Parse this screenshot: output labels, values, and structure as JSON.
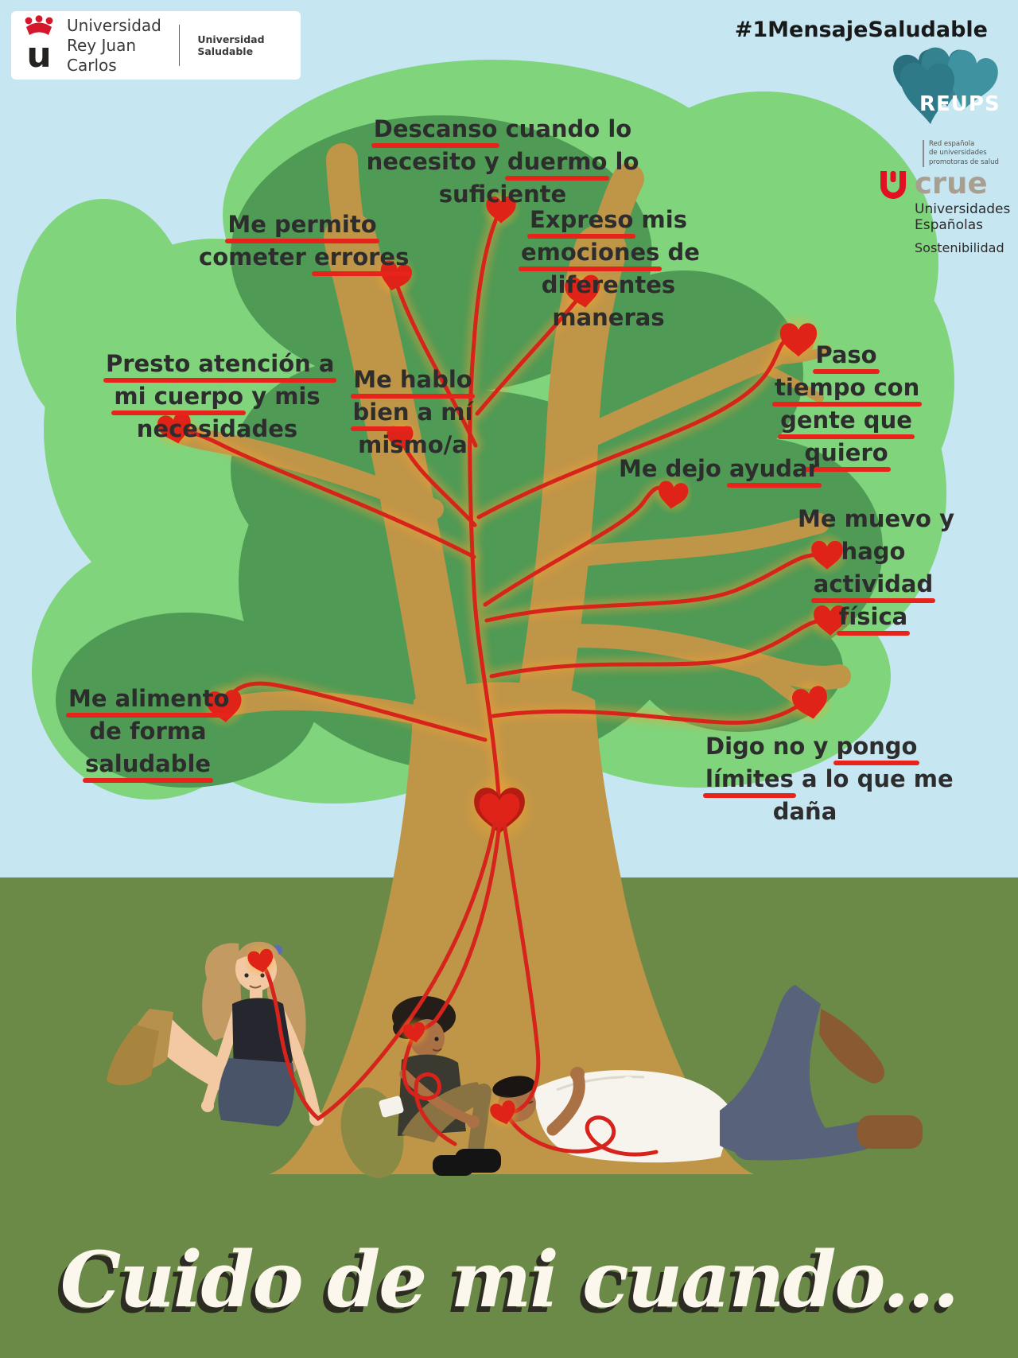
{
  "header": {
    "hashtag": "#1MensajeSaludable",
    "urjc": {
      "u_glyph": "u",
      "line1": "Universidad",
      "line2": "Rey Juan Carlos",
      "tagline": "Universidad Saludable"
    },
    "reups": {
      "name": "REUPS",
      "sub1": "Red española",
      "sub2": "de universidades",
      "sub3": "promotoras de salud"
    },
    "crue": {
      "name": "crue",
      "sub1": "Universidades",
      "sub2": "Españolas",
      "sub3": "Sostenibilidad"
    }
  },
  "messages": [
    {
      "id": "descanso",
      "lines": [
        [
          {
            "t": "Descanso",
            "u": true
          },
          {
            "t": " cuando lo",
            "u": false
          }
        ],
        [
          {
            "t": "necesito y ",
            "u": false
          },
          {
            "t": "duermo",
            "u": true
          },
          {
            "t": " lo",
            "u": false
          }
        ],
        [
          {
            "t": "suficiente",
            "u": false
          }
        ]
      ]
    },
    {
      "id": "permito",
      "lines": [
        [
          {
            "t": "Me permito",
            "u": true
          }
        ],
        [
          {
            "t": "cometer ",
            "u": false
          },
          {
            "t": "errores",
            "u": true
          }
        ]
      ]
    },
    {
      "id": "expreso",
      "lines": [
        [
          {
            "t": "Expreso",
            "u": true
          },
          {
            "t": " mis",
            "u": false
          }
        ],
        [
          {
            "t": "emociones",
            "u": true
          },
          {
            "t": " de",
            "u": false
          }
        ],
        [
          {
            "t": "diferentes",
            "u": false
          }
        ],
        [
          {
            "t": "maneras",
            "u": false
          }
        ]
      ]
    },
    {
      "id": "paso",
      "lines": [
        [
          {
            "t": "Paso",
            "u": true
          }
        ],
        [
          {
            "t": "tiempo con",
            "u": true
          }
        ],
        [
          {
            "t": "gente que",
            "u": true
          }
        ],
        [
          {
            "t": "quiero",
            "u": true
          }
        ]
      ]
    },
    {
      "id": "presto",
      "lines": [
        [
          {
            "t": "Presto atención a",
            "u": true
          }
        ],
        [
          {
            "t": "mi cuerpo",
            "u": true
          },
          {
            "t": " y mis",
            "u": false
          }
        ],
        [
          {
            "t": "necesidades",
            "u": false
          }
        ]
      ]
    },
    {
      "id": "hablo",
      "lines": [
        [
          {
            "t": "Me hablo",
            "u": true
          }
        ],
        [
          {
            "t": "bien",
            "u": true
          },
          {
            "t": " a mí",
            "u": false
          }
        ],
        [
          {
            "t": "mismo/a",
            "u": false
          }
        ]
      ]
    },
    {
      "id": "dejo",
      "lines": [
        [
          {
            "t": "Me dejo ",
            "u": false
          },
          {
            "t": "ayudar",
            "u": true
          }
        ]
      ]
    },
    {
      "id": "muevo",
      "lines": [
        [
          {
            "t": "Me muevo y",
            "u": false
          }
        ],
        [
          {
            "t": "hago",
            "u": false
          }
        ],
        [
          {
            "t": "actividad",
            "u": true
          }
        ],
        [
          {
            "t": "física",
            "u": true
          }
        ]
      ]
    },
    {
      "id": "alimento",
      "lines": [
        [
          {
            "t": "Me alimento",
            "u": true
          }
        ],
        [
          {
            "t": "de forma",
            "u": false
          }
        ],
        [
          {
            "t": "saludable",
            "u": true
          }
        ]
      ]
    },
    {
      "id": "digo",
      "lines": [
        [
          {
            "t": "Digo no y ",
            "u": false
          },
          {
            "t": "pongo",
            "u": true
          }
        ],
        [
          {
            "t": "límites",
            "u": true
          },
          {
            "t": " a lo que me",
            "u": false
          }
        ],
        [
          {
            "t": "daña",
            "u": false
          }
        ]
      ]
    }
  ],
  "title": "Cuido de mi cuando...",
  "colors": {
    "accent": "#e8231c",
    "string_red": "#d6231b",
    "heart_red": "#e02318",
    "sky": "#c6e6f2",
    "grass": "#6b8a47",
    "foliage_light": "#7fd47c",
    "foliage_dark": "#4f9a55",
    "trunk": "#bf9548",
    "text": "#2d2d2d",
    "reups_teal": "#34818f",
    "urjc_red": "#d5172c"
  }
}
